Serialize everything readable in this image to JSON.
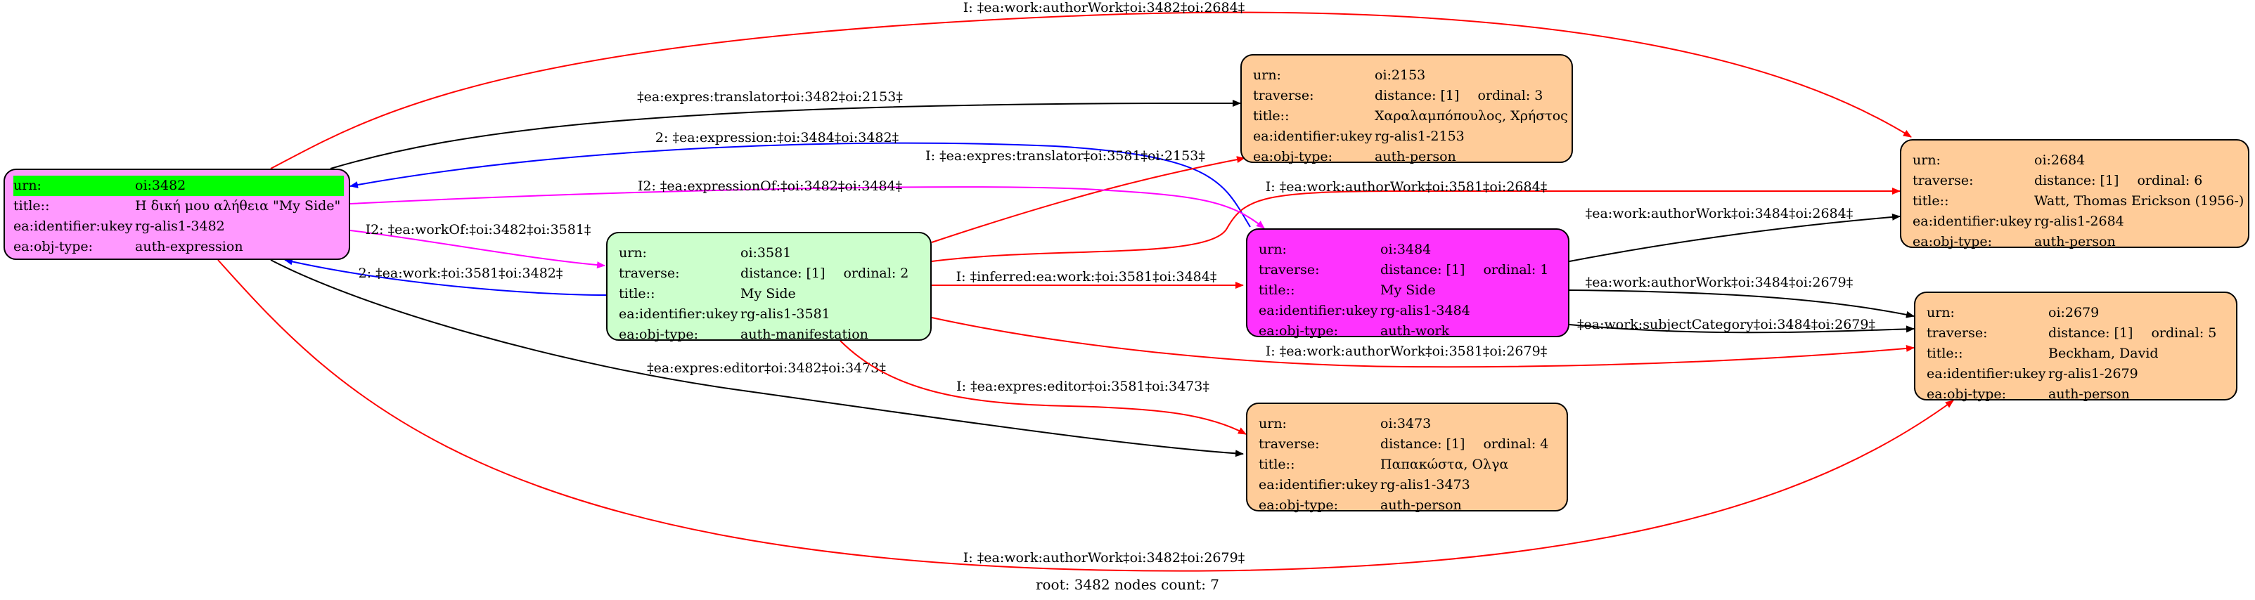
{
  "footer": "root: 3482 nodes count: 7",
  "colors": {
    "root_fill": "#ff99ff",
    "work_fill": "#ff33ff",
    "manifestation_fill": "#ccffcc",
    "person_fill": "#ffcc99",
    "highlight": "#00ff00",
    "edge_black": "#000000",
    "edge_red": "#ff0000",
    "edge_blue": "#0000ff",
    "edge_magenta": "#ff00ff"
  },
  "nodes": {
    "n3482": {
      "urn_key": "urn:",
      "urn": "oi:3482",
      "title_key": "title::",
      "title": "Η δική μου αλήθεια \"My Side\"",
      "ukey_key": "ea:identifier:ukey",
      "ukey": "rg-alis1-3482",
      "type_key": "ea:obj-type:",
      "type": "auth-expression"
    },
    "n3581": {
      "urn_key": "urn:",
      "urn": "oi:3581",
      "traverse_key": "traverse:",
      "distance": "distance: [1]",
      "ordinal": "ordinal: 2",
      "title_key": "title::",
      "title": "My Side",
      "ukey_key": "ea:identifier:ukey",
      "ukey": "rg-alis1-3581",
      "type_key": "ea:obj-type:",
      "type": "auth-manifestation"
    },
    "n2153": {
      "urn_key": "urn:",
      "urn": "oi:2153",
      "traverse_key": "traverse:",
      "distance": "distance: [1]",
      "ordinal": "ordinal: 3",
      "title_key": "title::",
      "title": "Χαραλαμπόπουλος, Χρήστος",
      "ukey_key": "ea:identifier:ukey",
      "ukey": "rg-alis1-2153",
      "type_key": "ea:obj-type:",
      "type": "auth-person"
    },
    "n3484": {
      "urn_key": "urn:",
      "urn": "oi:3484",
      "traverse_key": "traverse:",
      "distance": "distance: [1]",
      "ordinal": "ordinal: 1",
      "title_key": "title::",
      "title": "My Side",
      "ukey_key": "ea:identifier:ukey",
      "ukey": "rg-alis1-3484",
      "type_key": "ea:obj-type:",
      "type": "auth-work"
    },
    "n3473": {
      "urn_key": "urn:",
      "urn": "oi:3473",
      "traverse_key": "traverse:",
      "distance": "distance: [1]",
      "ordinal": "ordinal: 4",
      "title_key": "title::",
      "title": "Παπακώστα, Ολγα",
      "ukey_key": "ea:identifier:ukey",
      "ukey": "rg-alis1-3473",
      "type_key": "ea:obj-type:",
      "type": "auth-person"
    },
    "n2684": {
      "urn_key": "urn:",
      "urn": "oi:2684",
      "traverse_key": "traverse:",
      "distance": "distance: [1]",
      "ordinal": "ordinal: 6",
      "title_key": "title::",
      "title": "Watt, Thomas Erickson (1956-)",
      "ukey_key": "ea:identifier:ukey",
      "ukey": "rg-alis1-2684",
      "type_key": "ea:obj-type:",
      "type": "auth-person"
    },
    "n2679": {
      "urn_key": "urn:",
      "urn": "oi:2679",
      "traverse_key": "traverse:",
      "distance": "distance: [1]",
      "ordinal": "ordinal: 5",
      "title_key": "title::",
      "title": "Beckham, David",
      "ukey_key": "ea:identifier:ukey",
      "ukey": "rg-alis1-2679",
      "type_key": "ea:obj-type:",
      "type": "auth-person"
    }
  },
  "edges": {
    "e_3482_2684": "I: ‡ea:work:authorWork‡oi:3482‡oi:2684‡",
    "e_3482_2153": "‡ea:expres:translator‡oi:3482‡oi:2153‡",
    "e_3484_3482_expression": "2: ‡ea:expression:‡oi:3484‡oi:3482‡",
    "e_3581_2153": "I: ‡ea:expres:translator‡oi:3581‡oi:2153‡",
    "e_3581_2684": "I: ‡ea:work:authorWork‡oi:3581‡oi:2684‡",
    "e_3482_3484": "I2: ‡ea:expressionOf:‡oi:3482‡oi:3484‡",
    "e_3482_3581": "I2: ‡ea:workOf:‡oi:3482‡oi:3581‡",
    "e_3581_3482": "2: ‡ea:work:‡oi:3581‡oi:3482‡",
    "e_3581_3484": "I: ‡inferred:ea:work:‡oi:3581‡oi:3484‡",
    "e_3484_2684": "‡ea:work:authorWork‡oi:3484‡oi:2684‡",
    "e_3484_2679_author": "‡ea:work:authorWork‡oi:3484‡oi:2679‡",
    "e_3484_2679_subject": "‡ea:work:subjectCategory‡oi:3484‡oi:2679‡",
    "e_3581_2679": "I: ‡ea:work:authorWork‡oi:3581‡oi:2679‡",
    "e_3482_3473": "‡ea:expres:editor‡oi:3482‡oi:3473‡",
    "e_3581_3473": "I: ‡ea:expres:editor‡oi:3581‡oi:3473‡",
    "e_3482_2679": "I: ‡ea:work:authorWork‡oi:3482‡oi:2679‡"
  }
}
